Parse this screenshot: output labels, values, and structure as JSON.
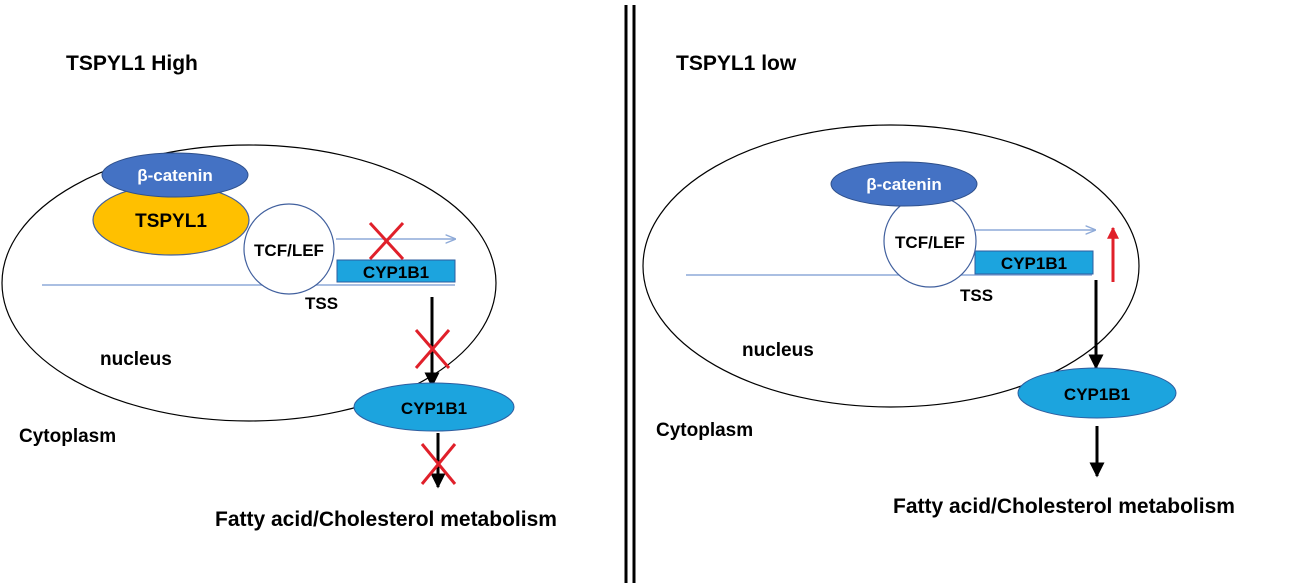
{
  "colors": {
    "beta_catenin_fill": "#4472C4",
    "tspyl1_fill": "#FFC000",
    "cyp1b1_fill": "#1CA4DE",
    "dna_line": "#8EAAD8",
    "block_x": "#E0202A",
    "up_arrow": "#E0202A",
    "outline": "#000000"
  },
  "left_panel": {
    "title": "TSPYL1 High",
    "beta_catenin": "β-catenin",
    "tspyl1": "TSPYL1",
    "tcf_lef": "TCF/LEF",
    "gene_box": "CYP1B1",
    "tss": "TSS",
    "nucleus": "nucleus",
    "cytoplasm": "Cytoplasm",
    "protein": "CYP1B1",
    "outcome": "Fatty acid/Cholesterol metabolism"
  },
  "right_panel": {
    "title": "TSPYL1 low",
    "beta_catenin": "β-catenin",
    "tcf_lef": "TCF/LEF",
    "gene_box": "CYP1B1",
    "tss": "TSS",
    "nucleus": "nucleus",
    "cytoplasm": "Cytoplasm",
    "protein": "CYP1B1",
    "outcome": "Fatty acid/Cholesterol metabolism"
  }
}
